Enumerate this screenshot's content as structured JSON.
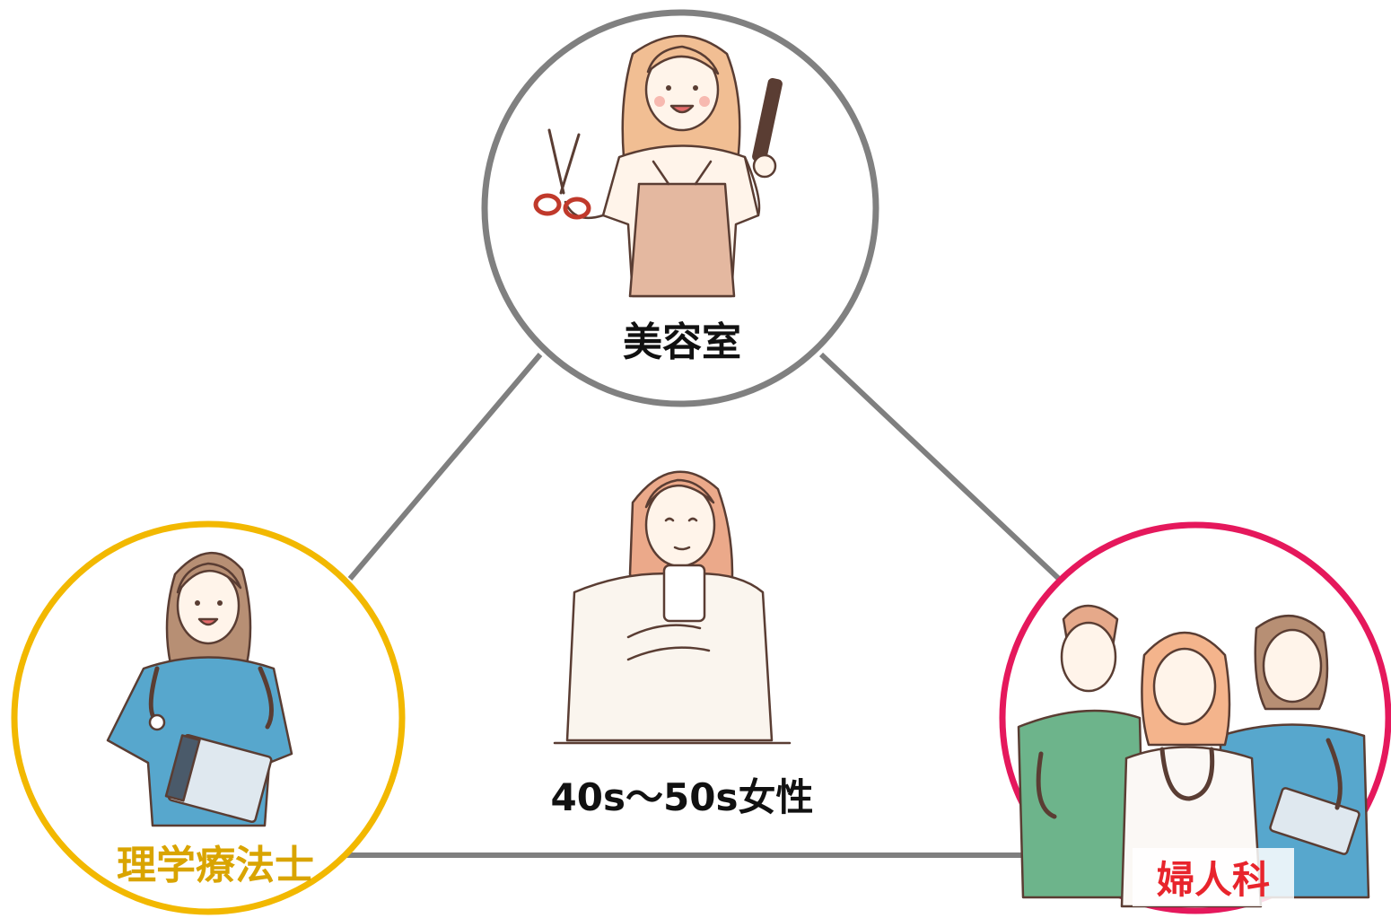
{
  "diagram": {
    "center": {
      "label": "40s〜50s女性"
    },
    "nodes": {
      "top": {
        "label": "美容室",
        "ring_color": "#808080"
      },
      "left": {
        "label": "理学療法士",
        "ring_color": "#f2b800",
        "label_color": "#d9a400"
      },
      "right": {
        "label": "婦人科",
        "ring_color": "#e5185c",
        "label_color": "#e8242c"
      }
    },
    "connector_color": "#7f7f7f"
  }
}
